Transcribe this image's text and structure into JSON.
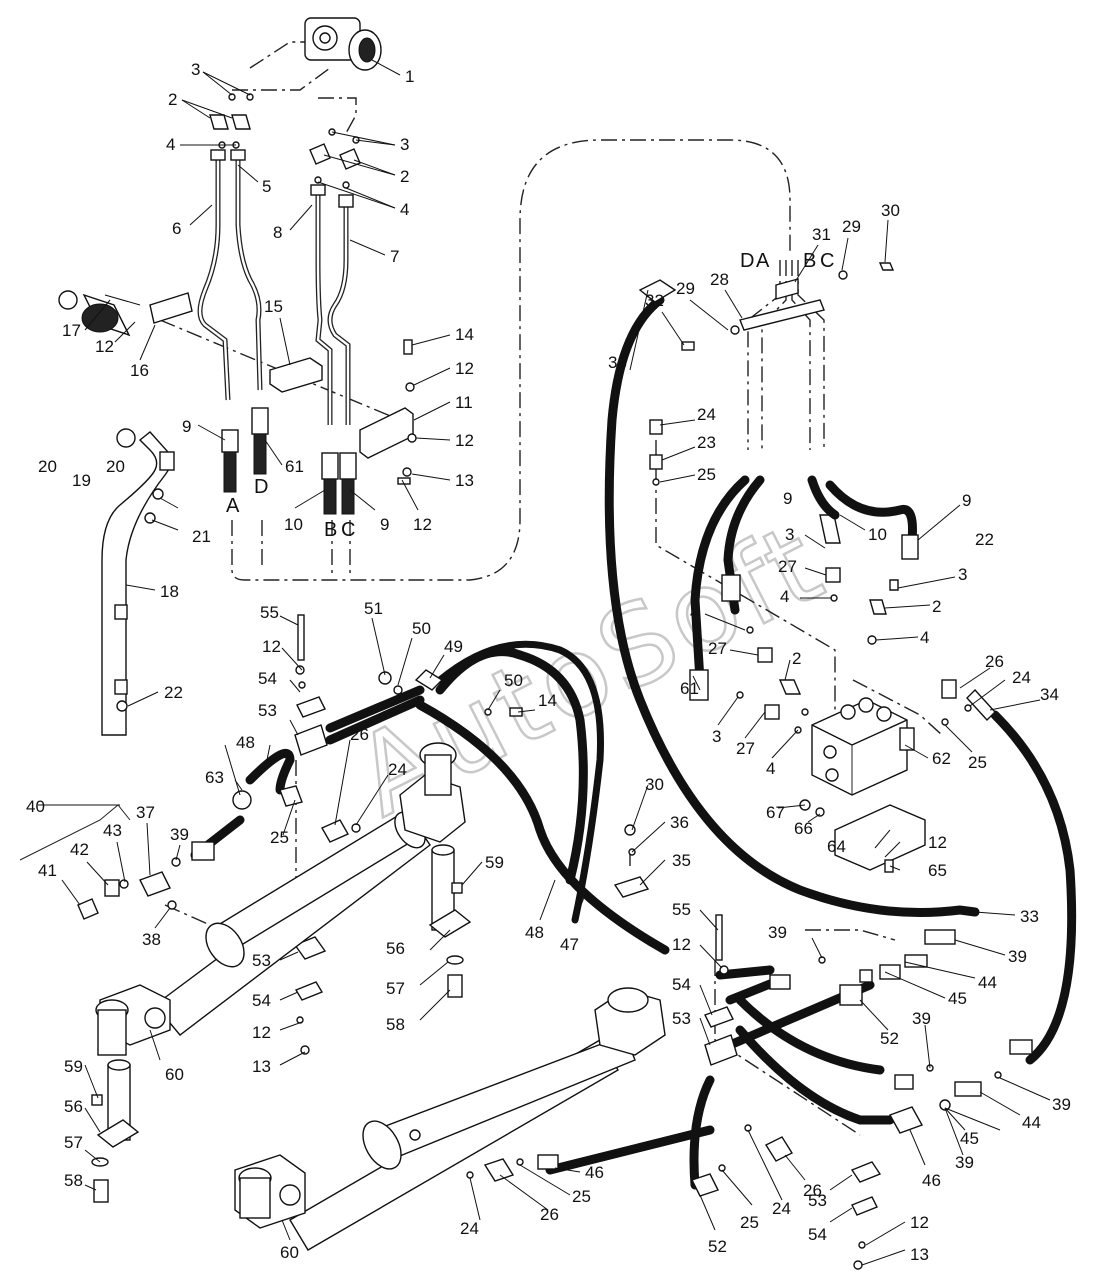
{
  "watermark": "AutoSoft",
  "port_letters": [
    "A",
    "D",
    "B",
    "C"
  ],
  "valve_port_letters": [
    "D",
    "A",
    "B",
    "C"
  ],
  "callouts": [
    "1",
    "2",
    "3",
    "4",
    "5",
    "6",
    "7",
    "8",
    "9",
    "10",
    "11",
    "12",
    "13",
    "14",
    "15",
    "16",
    "17",
    "18",
    "19",
    "20",
    "21",
    "22",
    "23",
    "24",
    "25",
    "26",
    "27",
    "28",
    "29",
    "30",
    "31",
    "32",
    "33",
    "34",
    "35",
    "36",
    "37",
    "38",
    "39",
    "40",
    "41",
    "42",
    "43",
    "44",
    "45",
    "46",
    "47",
    "48",
    "49",
    "50",
    "51",
    "52",
    "53",
    "54",
    "55",
    "56",
    "57",
    "58",
    "59",
    "60",
    "61",
    "62",
    "63",
    "64",
    "65",
    "66",
    "67"
  ]
}
